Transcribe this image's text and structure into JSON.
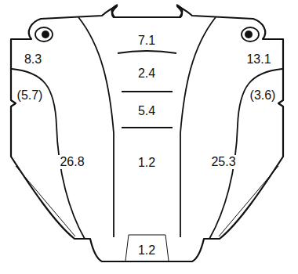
{
  "diagram": {
    "labels": [
      "7.1",
      "8.3",
      "13.1",
      "2.4",
      "(5.7)",
      "(3.6)",
      "5.4",
      "26.8",
      "1.2",
      "25.3",
      "1.2"
    ]
  }
}
